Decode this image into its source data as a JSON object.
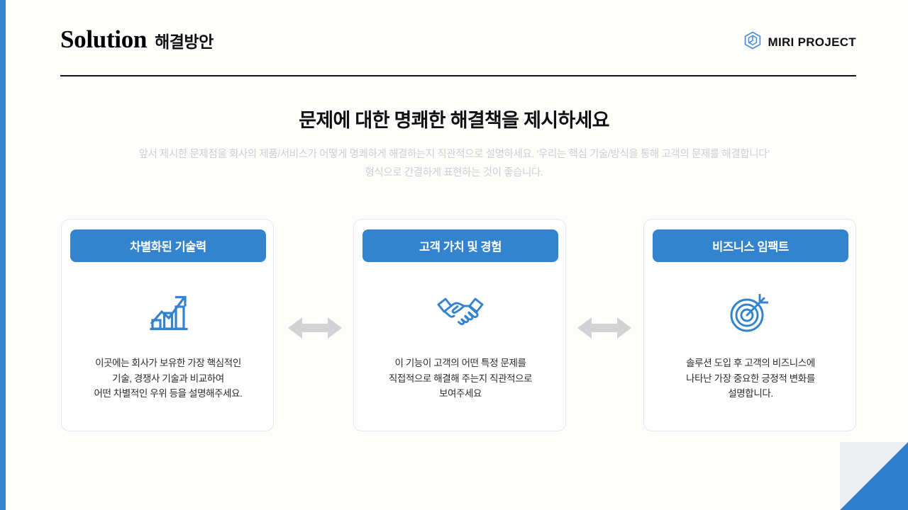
{
  "header": {
    "title_en": "Solution",
    "title_ko": "해결방안",
    "brand_name": "MIRI PROJECT",
    "logo_icon": "hexagon-cube-logo-icon"
  },
  "headline": "문제에 대한 명쾌한 해결책을 제시하세요",
  "subheadline_lines": [
    "앞서 제시한 문제점을 회사의 제품/서비스가 어떻게 명쾌하게 해결하는지 직관적으로 설명하세요. '우리는 핵심 기술/방식을 통해 고객의 문제를 해결합니다'",
    "형식으로 간결하게 표현하는 것이 좋습니다."
  ],
  "cards": [
    {
      "title": "차별화된 기술력",
      "icon": "growth-bar-chart-icon",
      "body_lines": [
        "이곳에는 회사가 보유한 가장 핵심적인",
        "기술, 경쟁사 기술과 비교하여",
        "어떤 차별적인 우위 등을 설명해주세요."
      ]
    },
    {
      "title": "고객 가치 및 경험",
      "icon": "handshake-icon",
      "body_lines": [
        "이 기능이 고객의 어떤 특정 문제를",
        "직접적으로 해결해 주는지 직관적으로",
        "보여주세요"
      ]
    },
    {
      "title": "비즈니스 임팩트",
      "icon": "target-dart-icon",
      "body_lines": [
        "솔루션 도입 후 고객의 비즈니스에",
        "나타난 가장 중요한 긍정적 변화를",
        "설명합니다."
      ]
    }
  ],
  "connectors": [
    {
      "icon": "double-arrow-icon"
    },
    {
      "icon": "double-arrow-icon"
    }
  ],
  "colors": {
    "accent_blue": "#3483ce",
    "header_blue": "#2f80ce",
    "icon_blue": "#3483ce",
    "connector_gray": "#d2d3d4",
    "subtext_gray": "#cfcfcf",
    "page_background": "#fdfdfb"
  }
}
